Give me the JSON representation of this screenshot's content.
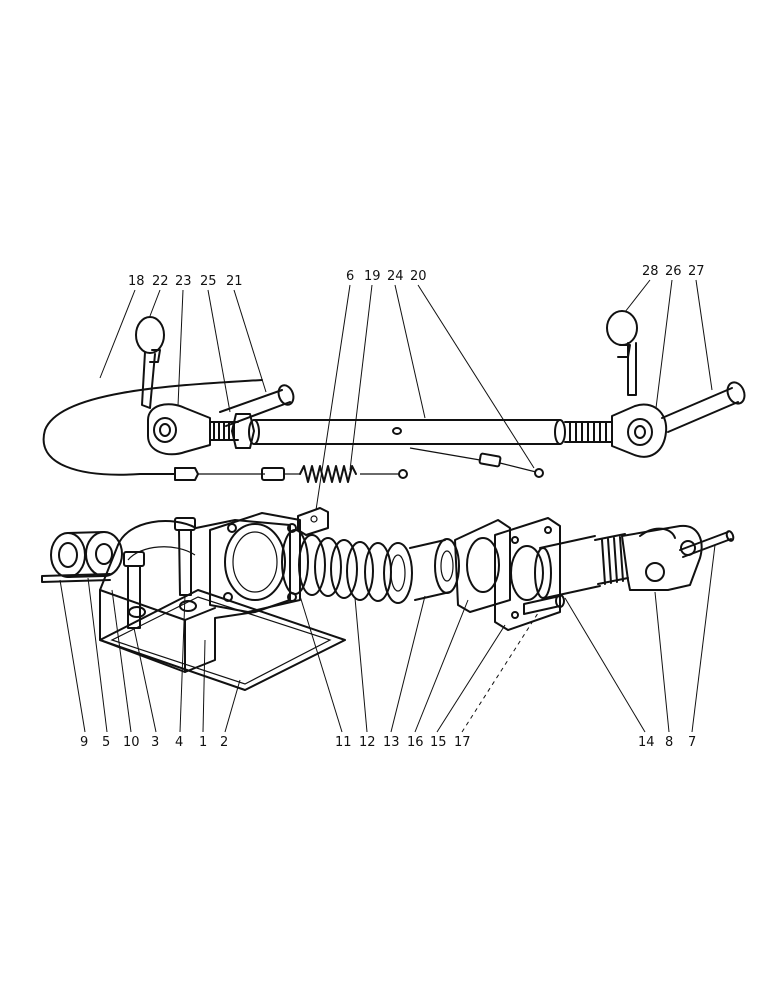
{
  "diagram": {
    "top_labels": {
      "l18": "18",
      "l22": "22",
      "l23": "23",
      "l25": "25",
      "l21": "21",
      "l6": "6",
      "l19": "19",
      "l24": "24",
      "l20": "20",
      "l28": "28",
      "l26": "26",
      "l27": "27"
    },
    "bottom_labels": {
      "l9": "9",
      "l5": "5",
      "l10": "10",
      "l3": "3",
      "l4": "4",
      "l1": "1",
      "l2": "2",
      "l11": "11",
      "l12": "12",
      "l13": "13",
      "l16": "16",
      "l15": "15",
      "l17": "17",
      "l14": "14",
      "l8": "8",
      "l7": "7"
    }
  }
}
